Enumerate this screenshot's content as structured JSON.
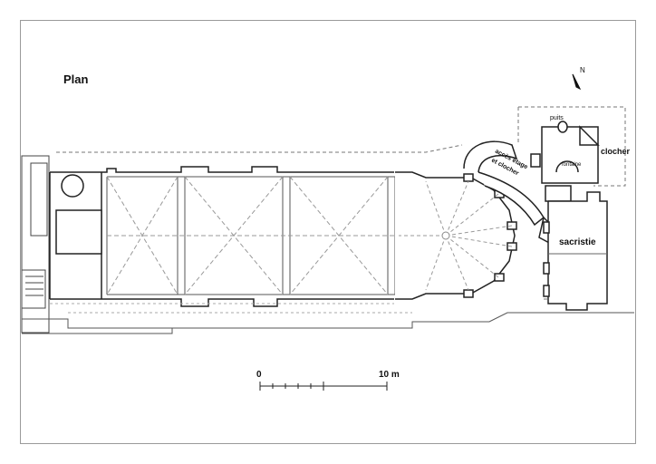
{
  "title": "Plan",
  "north": "N",
  "labels": {
    "puits": "puits",
    "fontaine": "fontaine",
    "clocher": "clocher",
    "sacristie": "sacristie",
    "acces_line1": "accès étage",
    "acces_line2": "et clocher"
  },
  "scale": {
    "start": "0",
    "end": "10 m"
  }
}
